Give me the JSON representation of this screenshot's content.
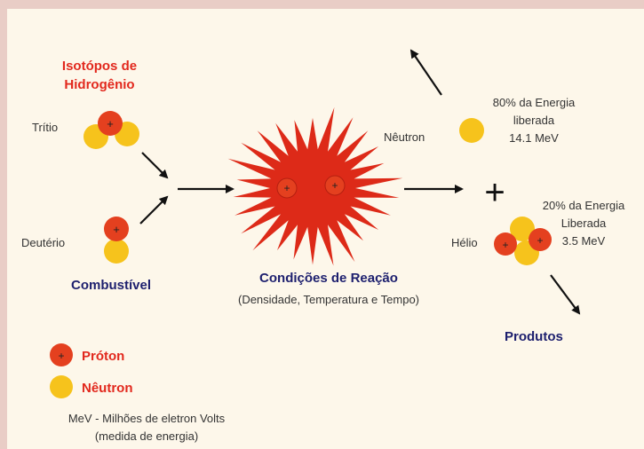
{
  "fuel": {
    "isotopes_title_line1": "Isotópos de",
    "isotopes_title_line2": "Hidrogênio",
    "tritium_label": "Trítio",
    "deuterium_label": "Deutério",
    "fuel_label": "Combustível"
  },
  "reaction": {
    "title": "Condições de Reação",
    "subtitle": "(Densidade, Temperatura e Tempo)"
  },
  "products": {
    "neutron_label": "Nêutron",
    "neutron_energy_line1": "80% da Energia",
    "neutron_energy_line2": "liberada",
    "neutron_energy_line3": "14.1 MeV",
    "plus_sign": "+",
    "helium_label": "Hélio",
    "helium_energy_line1": "20% da Energia",
    "helium_energy_line2": "Liberada",
    "helium_energy_line3": "3.5 MeV",
    "products_label": "Produtos"
  },
  "legend": {
    "proton_label": "Próton",
    "neutron_label": "Nêutron",
    "mev_line1": "MeV - Milhões de eletron Volts",
    "mev_line2": "(medida de energia)"
  },
  "proton_symbol": "+",
  "colors": {
    "proton": "#e4401f",
    "neutron": "#f6c31c",
    "burst": "#dd2a18",
    "red_text": "#e2281d",
    "navy_text": "#1d1f6e",
    "background": "#fdf7ea",
    "border": "#e9cdc6"
  }
}
